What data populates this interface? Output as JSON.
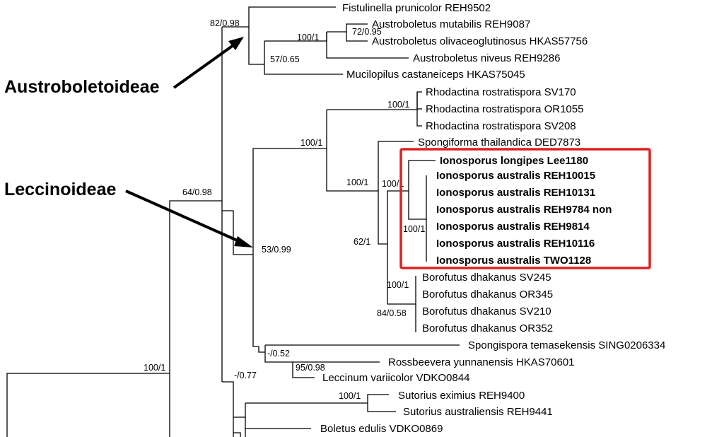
{
  "clade_labels": {
    "austroboletoideae": "Austroboletoideae",
    "leccinoideae": "Leccinoideae"
  },
  "taxa": [
    "Fistulinella prunicolor REH9502",
    "Austroboletus mutabilis REH9087",
    "Austroboletus olivaceoglutinosus HKAS57756",
    "Austroboletus niveus REH9286",
    "Mucilopilus castaneiceps HKAS75045",
    "Rhodactina rostratispora SV170",
    "Rhodactina rostratispora OR1055",
    "Rhodactina rostratispora SV208",
    "Spongiforma thailandica DED7873",
    "Ionosporus longipes Lee1180",
    "Ionosporus australis REH10015",
    "Ionosporus australis REH10131",
    "Ionosporus australis REH9784 non",
    "Ionosporus australis REH9814",
    "Ionosporus australis REH10116",
    "Ionosporus australis TWO1128",
    "Borofutus dhakanus SV245",
    "Borofutus dhakanus OR345",
    "Borofutus dhakanus SV210",
    "Borofutus dhakanus OR352",
    "Spongispora temasekensis SING0206334",
    "Rossbeevera yunnanensis HKAS70601",
    "Leccinum variicolor VDKO0844",
    "Sutorius eximius REH9400",
    "Sutorius australiensis REH9441",
    "Boletus edulis VDKO0869"
  ],
  "support_values": [
    "82/0.98",
    "72/0.95",
    "100/1",
    "57/0.65",
    "100/1",
    "100/1",
    "100/1",
    "100/1",
    "64/0.98",
    "100/1",
    "62/1",
    "53/0.99",
    "100/1",
    "84/0.58",
    "-/0.52",
    "95/0.98",
    "100/1",
    "-/0.77",
    "100/1"
  ],
  "highlight": {
    "color": "#e02020"
  }
}
